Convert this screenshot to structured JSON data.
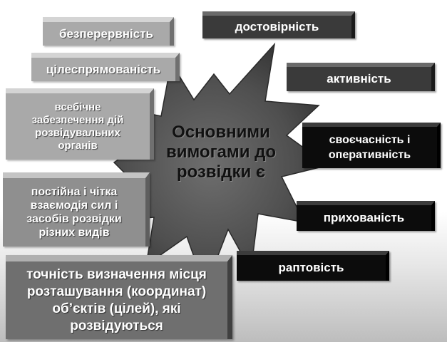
{
  "center": {
    "line1": "Основними",
    "line2": "вимогами до",
    "line3": "розвідки є"
  },
  "requirements_left": [
    "безперервність",
    "цілеспрямованість",
    "всебічне забезпечення дій розвідувальних органів",
    "постійна і чітка взаємодія сил і засобів розвідки різних видів",
    "точність визначення місця розташування (координат) об’єктів (цілей), які розвідуються"
  ],
  "left_lines": {
    "b3": [
      "всебічне",
      "забезпечення дій",
      "розвідувальних",
      "органів"
    ],
    "b4": [
      "постійна і чітка",
      "взаємодія сил і",
      "засобів розвідки",
      "різних видів"
    ],
    "b5": [
      "точність визначення місця",
      "розташування (координат)",
      "об’єктів (цілей), які",
      "розвідуються"
    ]
  },
  "requirements_right": [
    "достовірність",
    "активність",
    "своєчасність і оперативність",
    "прихованість",
    "раптовість"
  ],
  "right_lines": {
    "r3": [
      "своєчасність і",
      "оперативність"
    ]
  },
  "colors": {
    "burst_fill": "#4a4a4a",
    "burst_stroke": "#2a2a2a",
    "dark_box": "#3a3a3a",
    "black_box": "#0c0c0c",
    "light_box": "#a9a9a9",
    "text_light": "#ffffff",
    "text_dark": "#111111"
  }
}
